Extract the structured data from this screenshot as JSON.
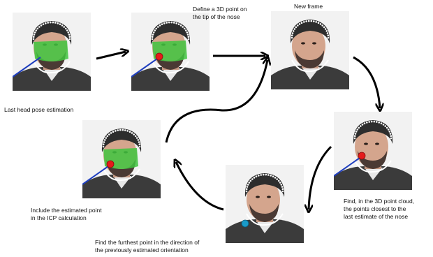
{
  "captions": {
    "last_estimation": "Last head pose estimation",
    "define_point": [
      "Define a 3D point on",
      "the tip of the nose"
    ],
    "new_frame": "New frame",
    "find_closest": [
      "Find, in the 3D point cloud,",
      "the points closest to the",
      "last estimate of the nose"
    ],
    "find_furthest": [
      "Find the furthest point in the direction of",
      "the previously estimated orientation"
    ],
    "include_point": [
      "Include the estimated point",
      "in the ICP calculation"
    ]
  },
  "colors": {
    "face_mask": "#3fc43f",
    "nose_point": "#e51b1b",
    "furthest_point": "#1a9bc9",
    "orientation_line": "#1f3fbf",
    "arrow": "#000000"
  },
  "panels": [
    {
      "id": "p1",
      "mask": true,
      "marker": "none",
      "line": true
    },
    {
      "id": "p2",
      "mask": true,
      "marker": "red",
      "line": true
    },
    {
      "id": "p3",
      "mask": false,
      "marker": "none",
      "line": false
    },
    {
      "id": "p4",
      "mask": false,
      "marker": "red",
      "line": true
    },
    {
      "id": "p5",
      "mask": false,
      "marker": "blue",
      "line": false
    },
    {
      "id": "p6",
      "mask": true,
      "marker": "red",
      "line": true
    }
  ]
}
